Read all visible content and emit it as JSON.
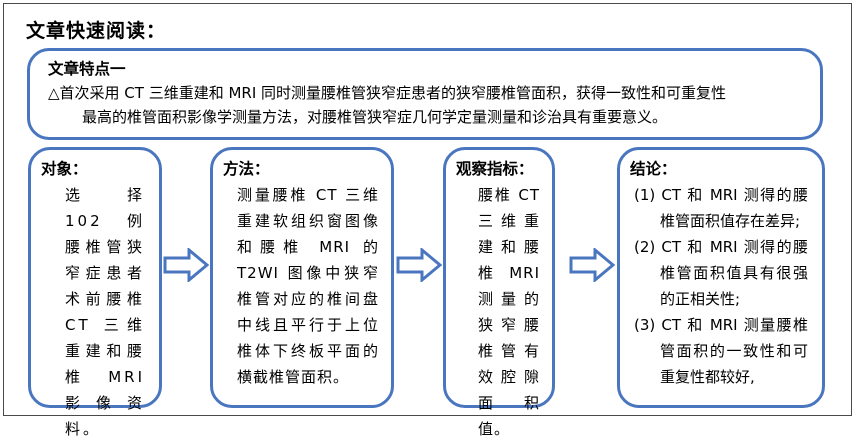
{
  "title": "文章快速阅读：",
  "features": {
    "heading": "文章特点一",
    "line1": "△首次采用 CT 三维重建和 MRI 同时测量腰椎管狭窄症患者的狭窄腰椎管面积，获得一致性和可重复性",
    "line2": "最高的椎管面积影像学测量方法，对腰椎管狭窄症几何学定量测量和诊治具有重要意义。"
  },
  "subject": {
    "heading": "对象：",
    "body": "选择 102 例腰椎管狭窄症患者术前腰椎 CT 三维重建和腰椎 MRI 影像资料。"
  },
  "method": {
    "heading": "方法：",
    "body": "测量腰椎 CT 三维重建软组织窗图像和腰椎 MRI 的 T2WI 图像中狭窄椎管对应的椎间盘中线且平行于上位椎体下终板平面的横截椎管面积。"
  },
  "indicator": {
    "heading": "观察指标：",
    "body": "腰椎 CT 三维重建和腰椎 MRI 测量的狭窄腰椎管有效腔隙面积值。"
  },
  "conclusion": {
    "heading": "结论：",
    "items": [
      "(1) CT 和 MRI 测得的腰椎管面积值存在差异;",
      "(2) CT 和 MRI 测得的腰椎管面积值具有很强的正相关性;",
      "(3) CT 和 MRI 测量腰椎管面积的一致性和可重复性都较好,"
    ]
  },
  "colors": {
    "border": "#4a76c0",
    "arrow": "#4a76c0"
  },
  "icons": [
    "right-arrow-icon",
    "right-arrow-icon",
    "right-arrow-icon"
  ]
}
